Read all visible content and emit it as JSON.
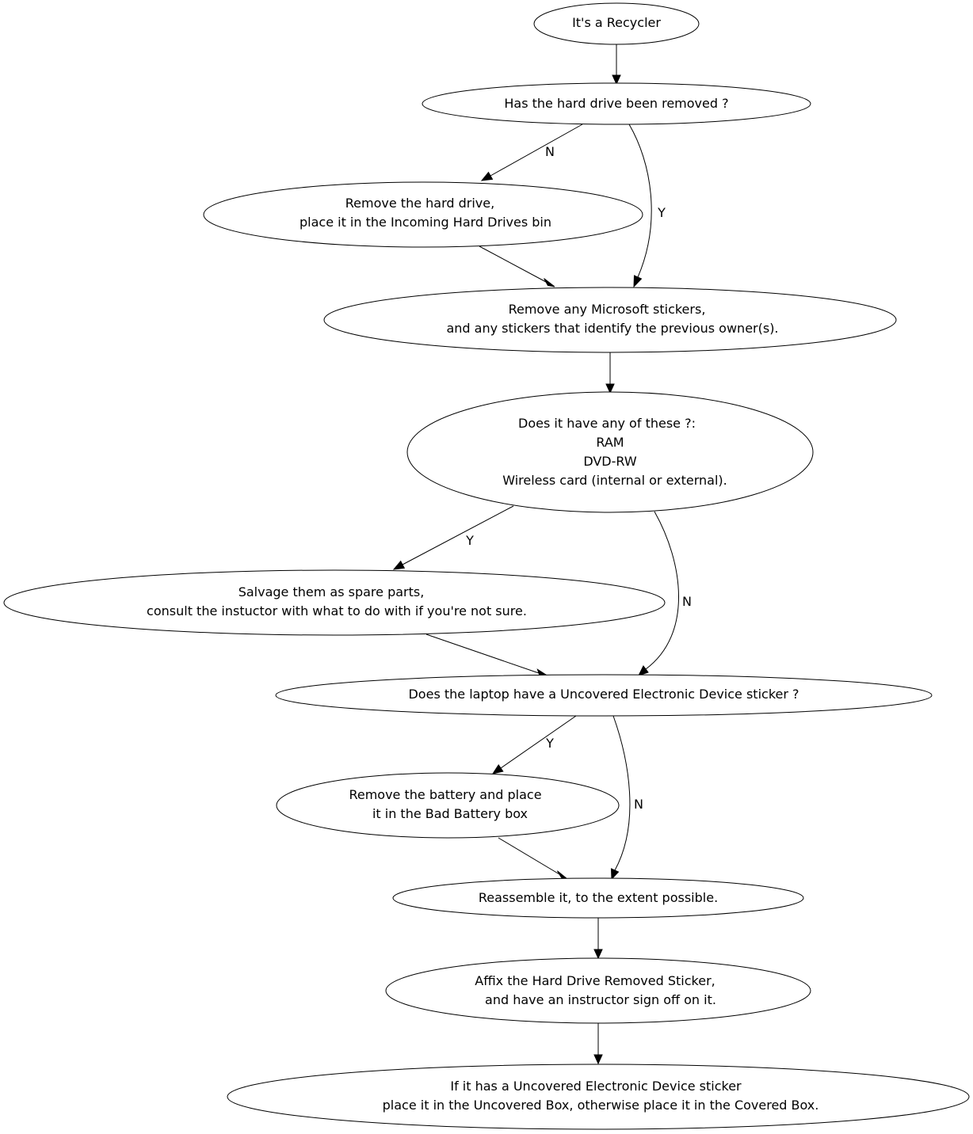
{
  "nodes": {
    "start": {
      "lines": [
        "It's a Recycler"
      ]
    },
    "hd_removed_q": {
      "lines": [
        "Has the hard drive been removed ?"
      ]
    },
    "remove_hd": {
      "lines": [
        "Remove the hard drive,",
        "place it in the Incoming Hard Drives bin"
      ]
    },
    "remove_stickers": {
      "lines": [
        "Remove any Microsoft stickers,",
        "and any stickers that identify the previous owner(s)."
      ]
    },
    "parts_q": {
      "lines": [
        "Does it have any of these ?:",
        "RAM",
        "DVD-RW",
        "Wireless card (internal or external)."
      ]
    },
    "salvage": {
      "lines": [
        "Salvage them as spare parts,",
        "consult the instuctor with what to do with if you're not sure."
      ]
    },
    "sticker_q": {
      "lines": [
        "Does the laptop have a Uncovered Electronic Device sticker ?"
      ]
    },
    "remove_battery": {
      "lines": [
        "Remove the battery and place",
        "it in the Bad Battery box"
      ]
    },
    "reassemble": {
      "lines": [
        "Reassemble it, to the extent possible."
      ]
    },
    "affix": {
      "lines": [
        "Affix the Hard Drive Removed Sticker,",
        "and have an instructor sign off on it."
      ]
    },
    "final": {
      "lines": [
        "If it has a Uncovered Electronic Device sticker",
        "place it in the Uncovered Box, otherwise place it in the Covered Box."
      ]
    }
  },
  "edges": [
    {
      "from": "start",
      "to": "hd_removed_q",
      "label": ""
    },
    {
      "from": "hd_removed_q",
      "to": "remove_hd",
      "label": "N"
    },
    {
      "from": "hd_removed_q",
      "to": "remove_stickers",
      "label": "Y"
    },
    {
      "from": "remove_hd",
      "to": "remove_stickers",
      "label": ""
    },
    {
      "from": "remove_stickers",
      "to": "parts_q",
      "label": ""
    },
    {
      "from": "parts_q",
      "to": "salvage",
      "label": "Y"
    },
    {
      "from": "parts_q",
      "to": "sticker_q",
      "label": "N"
    },
    {
      "from": "salvage",
      "to": "sticker_q",
      "label": ""
    },
    {
      "from": "sticker_q",
      "to": "remove_battery",
      "label": "Y"
    },
    {
      "from": "sticker_q",
      "to": "reassemble",
      "label": "N"
    },
    {
      "from": "remove_battery",
      "to": "reassemble",
      "label": ""
    },
    {
      "from": "reassemble",
      "to": "affix",
      "label": ""
    },
    {
      "from": "affix",
      "to": "final",
      "label": ""
    }
  ]
}
